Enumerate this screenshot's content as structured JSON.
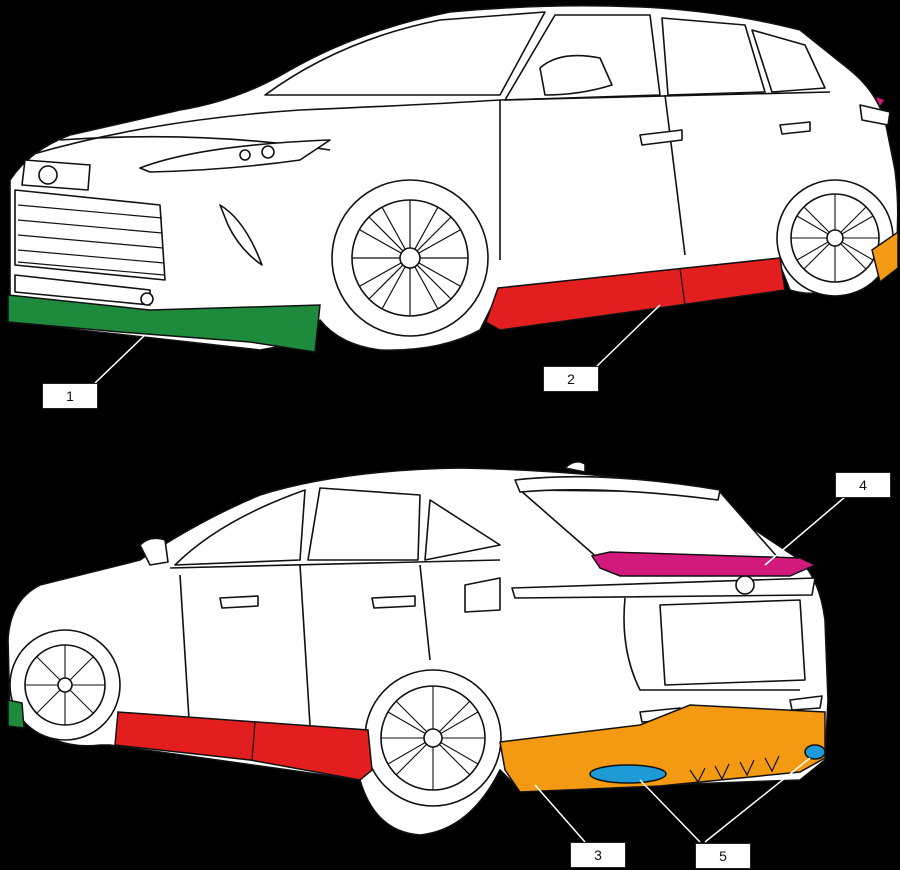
{
  "colors": {
    "background": "#000000",
    "body": "#ffffff",
    "outline": "#111111",
    "front_spoiler": "#1e8a3c",
    "side_skirt": "#e31e1e",
    "rear_spoiler": "#f39a12",
    "rear_wing": "#d21a7d",
    "muffler_cutter": "#1e9ad6"
  },
  "callouts": [
    {
      "id": "1",
      "label": "1"
    },
    {
      "id": "2",
      "label": "2"
    },
    {
      "id": "3",
      "label": "3"
    },
    {
      "id": "4",
      "label": "4"
    },
    {
      "id": "5",
      "label": "5"
    }
  ]
}
